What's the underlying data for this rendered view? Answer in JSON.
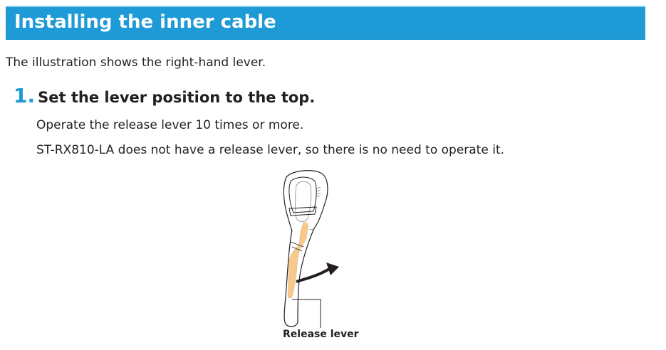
{
  "header": {
    "title": "Installing the inner cable",
    "bg_color": "#1e9ad6"
  },
  "intro": "The illustration shows the right-hand lever.",
  "steps": [
    {
      "number": "1.",
      "title": "Set the lever position to the top.",
      "paragraphs": [
        "Operate the release lever 10 times or more.",
        "ST-RX810-LA does not have a release lever, so there is no need to operate it."
      ]
    }
  ],
  "illustration": {
    "description": "right-hand lever with release lever highlighted, arrow showing motion",
    "highlight_color": "#f7c98b",
    "callout_label": "Release lever"
  }
}
